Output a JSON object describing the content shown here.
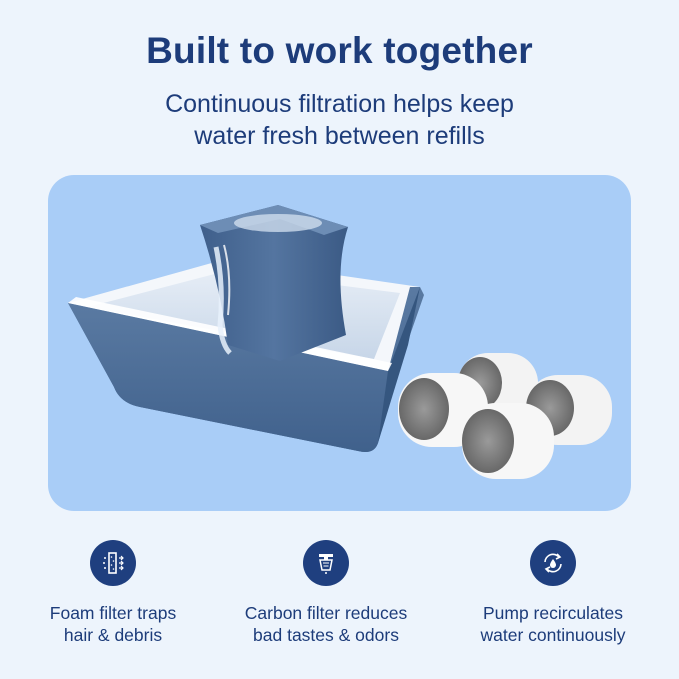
{
  "header": {
    "title": "Built to work together",
    "subtitle_line1": "Continuous filtration helps keep",
    "subtitle_line2": "water fresh between refills"
  },
  "features": [
    {
      "icon": "foam-filter-icon",
      "line1": "Foam filter traps",
      "line2": "hair & debris"
    },
    {
      "icon": "carbon-filter-icon",
      "line1": "Carbon filter reduces",
      "line2": "bad tastes & odors"
    },
    {
      "icon": "pump-recirculate-icon",
      "line1": "Pump recirculates",
      "line2": "water continuously"
    }
  ],
  "colors": {
    "navy": "#1d3c7a",
    "badge": "#1f3f7f",
    "panel": "#a9cdf7",
    "background": "#edf4fc",
    "fountain_blue": "#4f6f97"
  }
}
